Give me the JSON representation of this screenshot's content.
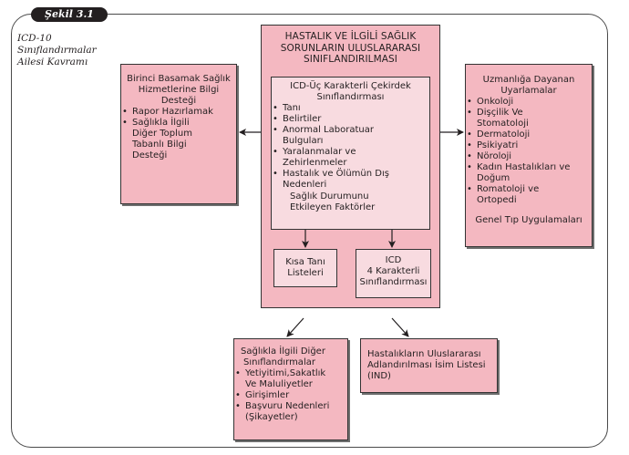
{
  "figure": {
    "tag": "Şekil 3.1",
    "caption_lines": [
      "ICD-10",
      "Sınıflandırmalar",
      "Ailesi Kavramı"
    ]
  },
  "main": {
    "title_lines": [
      "HASTALIK VE İLGİLİ SAĞLIK",
      "SORUNLARIN ULUSLARARASI",
      "SINIFLANDIRILMASI"
    ],
    "core": {
      "title_lines": [
        "ICD-Üç Karakterli Çekirdek",
        "Sınıflandırması"
      ],
      "items": [
        {
          "lines": [
            "Tanı"
          ]
        },
        {
          "lines": [
            "Belirtiler"
          ]
        },
        {
          "lines": [
            "Anormal Laboratuar",
            "Bulguları"
          ]
        },
        {
          "lines": [
            "Yaralanmalar ve",
            "Zehirlenmeler"
          ]
        },
        {
          "lines": [
            "Hastalık ve Ölümün Dış",
            "Nedenleri"
          ]
        }
      ],
      "trailing_lines": [
        "Sağlık Durumunu",
        "Etkileyen Faktörler"
      ]
    },
    "short_list": {
      "lines": [
        "Kısa Tanı",
        "Listeleri"
      ]
    },
    "icd4": {
      "lines": [
        "ICD",
        "4 Karakterli",
        "Sınıflandırması"
      ]
    }
  },
  "left": {
    "title_lines": [
      "Birinci Basamak Sağlık",
      "Hizmetlerine Bilgi",
      "Desteği"
    ],
    "items": [
      {
        "lines": [
          "Rapor Hazırlamak"
        ]
      },
      {
        "lines": [
          "Sağlıkla İlgili",
          "Diğer Toplum",
          "Tabanlı Bilgi",
          "Desteği"
        ]
      }
    ]
  },
  "right": {
    "title_lines": [
      "Uzmanlığa Dayanan",
      "Uyarlamalar"
    ],
    "items": [
      {
        "lines": [
          "Onkoloji"
        ]
      },
      {
        "lines": [
          "Dişçilik Ve",
          "Stomatoloji"
        ]
      },
      {
        "lines": [
          "Dermatoloji"
        ]
      },
      {
        "lines": [
          "Psikiyatri"
        ]
      },
      {
        "lines": [
          "Nöroloji"
        ]
      },
      {
        "lines": [
          "Kadın Hastalıkları ve",
          "Doğum"
        ]
      },
      {
        "lines": [
          "Romatoloji ve",
          "Ortopedi"
        ]
      }
    ],
    "footer": "Genel Tıp Uygulamaları"
  },
  "other": {
    "title_lines": [
      "Sağlıkla İlgili Diğer",
      "Sınıflandırmalar"
    ],
    "items": [
      {
        "lines": [
          "Yetiyitimi,Sakatlık",
          "Ve Maluliyetler"
        ]
      },
      {
        "lines": [
          "Girişimler"
        ]
      },
      {
        "lines": [
          "Başvuru Nedenleri",
          "(Şikayetler)"
        ]
      }
    ]
  },
  "ind": {
    "lines": [
      "Hastalıkların Uluslararası",
      "Adlandırılması İsim Listesi",
      "(IND)"
    ]
  },
  "colors": {
    "box_fill": "#f4b8c1",
    "inner_box_fill": "#f8dbe0",
    "border": "#333333",
    "tag_fill": "#231f20"
  }
}
